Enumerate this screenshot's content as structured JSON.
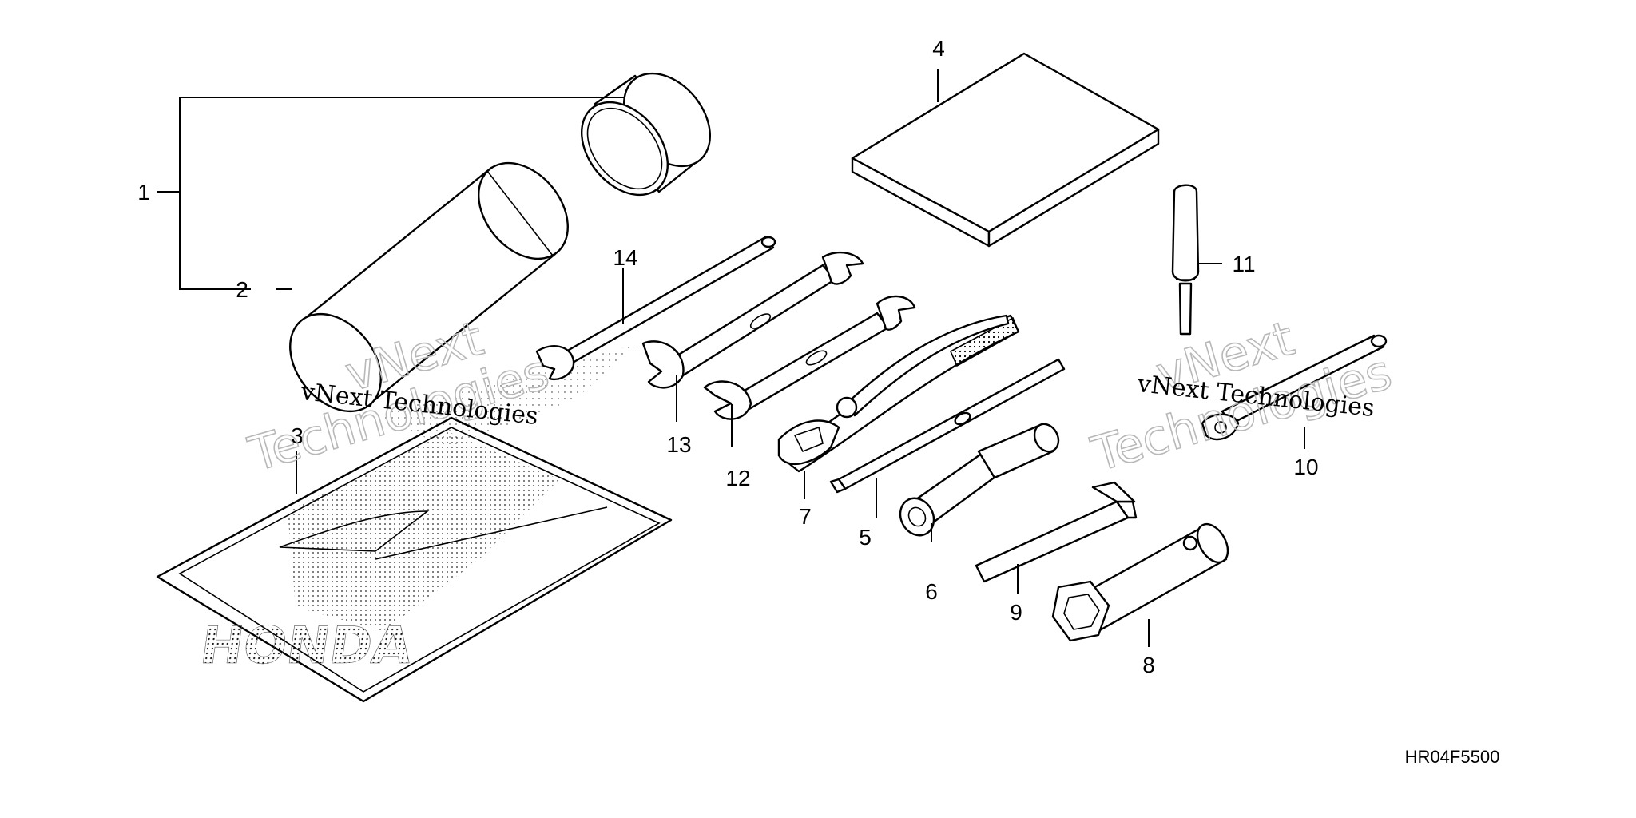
{
  "diagram_code": "HR04F5500",
  "bag_print": "HONDA",
  "watermark": {
    "line_text": "vNext Technologies",
    "outline_word_1": "vNext",
    "outline_word_2": "Technologies"
  },
  "callouts": [
    {
      "id": "1",
      "label": "1"
    },
    {
      "id": "2",
      "label": "2"
    },
    {
      "id": "3",
      "label": "3"
    },
    {
      "id": "4",
      "label": "4"
    },
    {
      "id": "5",
      "label": "5"
    },
    {
      "id": "6",
      "label": "6"
    },
    {
      "id": "7",
      "label": "7"
    },
    {
      "id": "8",
      "label": "8"
    },
    {
      "id": "9",
      "label": "9"
    },
    {
      "id": "10",
      "label": "10"
    },
    {
      "id": "11",
      "label": "11"
    },
    {
      "id": "12",
      "label": "12"
    },
    {
      "id": "13",
      "label": "13"
    },
    {
      "id": "14",
      "label": "14"
    }
  ]
}
